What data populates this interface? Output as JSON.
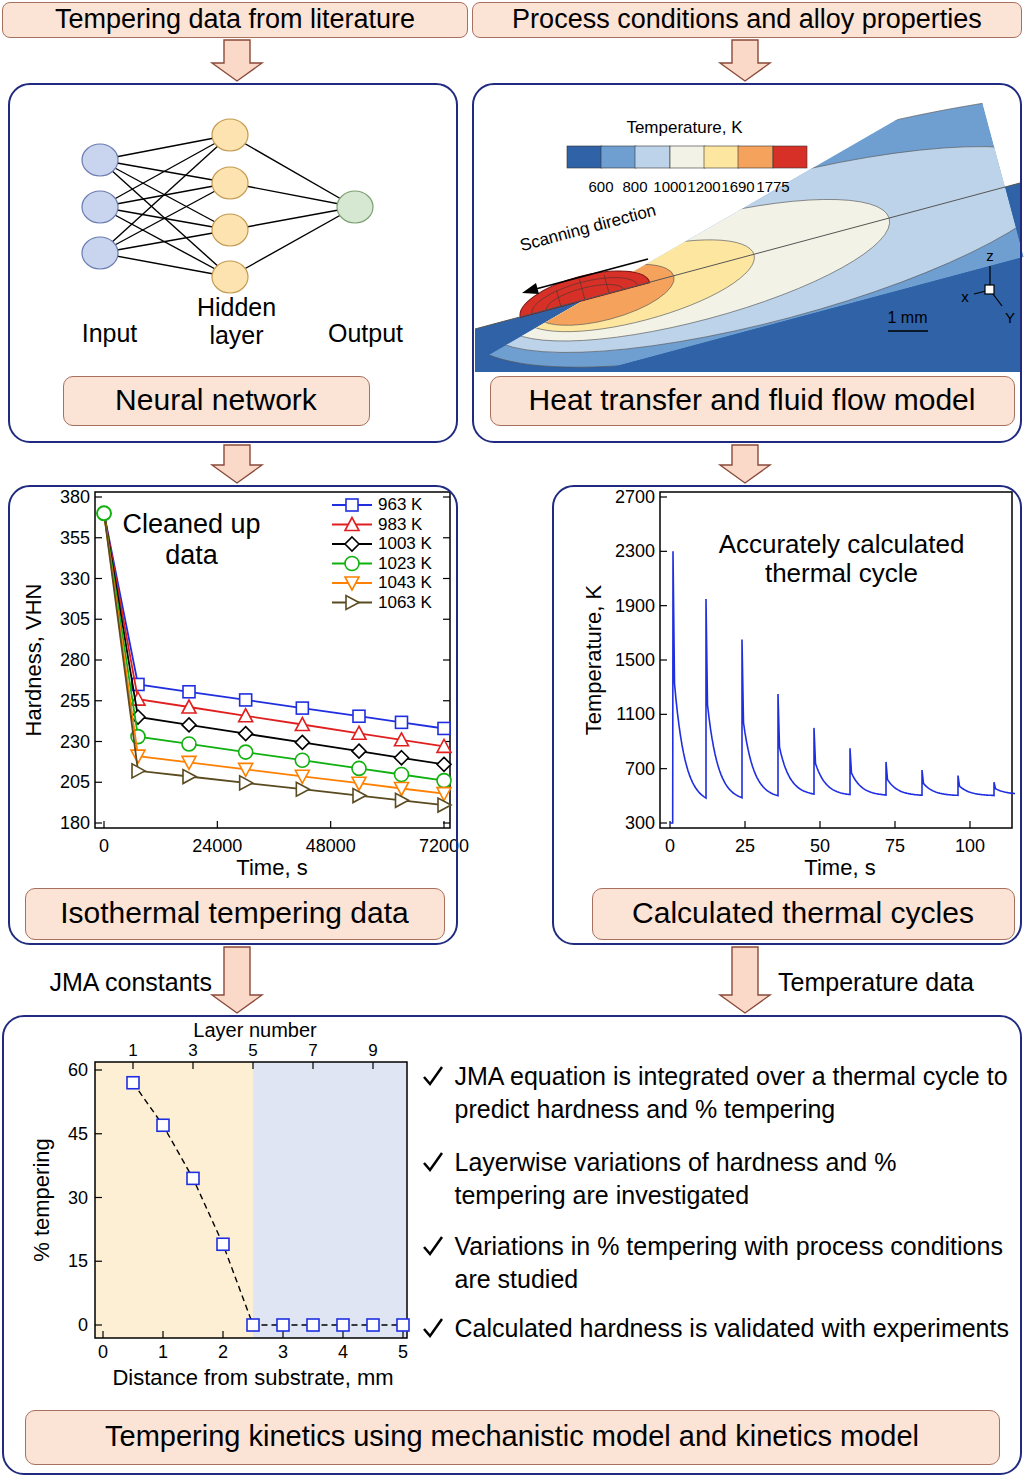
{
  "diagram": {
    "nodes": [
      {
        "text": [
          "Tempering data from literature"
        ]
      },
      {
        "text": [
          "Process conditions and alloy properties"
        ]
      },
      {
        "text": [
          "Input",
          "Hidden layer",
          "Output"
        ]
      },
      {
        "text": [
          "Neural network"
        ],
        "in": 2
      },
      {
        "text": [
          "Temperature, K",
          "Scanning direction",
          "1 mm"
        ]
      },
      {
        "text": [
          "Heat transfer and fluid flow model"
        ],
        "in": 4
      },
      {
        "text": [
          "Cleaned up data"
        ]
      },
      {
        "text": [
          "Isothermal tempering data"
        ],
        "in": 6
      },
      {
        "text": [
          "Accurately calculated thermal cycle"
        ]
      },
      {
        "text": [
          "Calculated thermal cycles"
        ],
        "in": 8
      },
      {
        "text": [
          "JMA equation is integrated over a thermal cycle to predict hardness and % tempering",
          "Layerwise variations of hardness and % tempering are investigated",
          "Variations in % tempering with process conditions are studied",
          "Calculated hardness is validated with experiments"
        ]
      },
      {
        "text": [
          "Tempering kinetics using mechanistic model and kinetics model"
        ],
        "in": 10
      }
    ],
    "edges": [
      {
        "from": 0,
        "to": 2,
        "arrow": "to"
      },
      {
        "from": 1,
        "to": 4,
        "arrow": "to"
      },
      {
        "from": 2,
        "to": 6,
        "arrow": "to"
      },
      {
        "from": 4,
        "to": 8,
        "arrow": "to"
      },
      {
        "from": 6,
        "to": 10,
        "arrow": "to",
        "label": "JMA constants"
      },
      {
        "from": 8,
        "to": 10,
        "arrow": "to",
        "label": "Temperature data"
      }
    ],
    "labels": [
      "600",
      "800",
      "1000",
      "1200",
      "1690",
      "1775",
      "z",
      "x",
      "Y",
      "380",
      "355",
      "330",
      "305",
      "280",
      "255",
      "230",
      "205",
      "180",
      "0",
      "24000",
      "48000",
      "72000",
      "Hardness, VHN",
      "Time, s",
      "2700",
      "2300",
      "1900",
      "1500",
      "1100",
      "700",
      "300",
      "0",
      "25",
      "50",
      "75",
      "100",
      "Temperature, K",
      "Time, s",
      "Layer number",
      "1",
      "3",
      "5",
      "7",
      "9",
      "60",
      "45",
      "30",
      "15",
      "0",
      "0",
      "1",
      "2",
      "3",
      "4",
      "5",
      "% tempering",
      "Distance from substrate, mm"
    ],
    "legend": [
      {
        "text": "963 K"
      },
      {
        "text": "983 K"
      },
      {
        "text": "1003 K"
      },
      {
        "text": "1023 K"
      },
      {
        "text": "1043 K"
      },
      {
        "text": "1063 K"
      }
    ]
  }
}
